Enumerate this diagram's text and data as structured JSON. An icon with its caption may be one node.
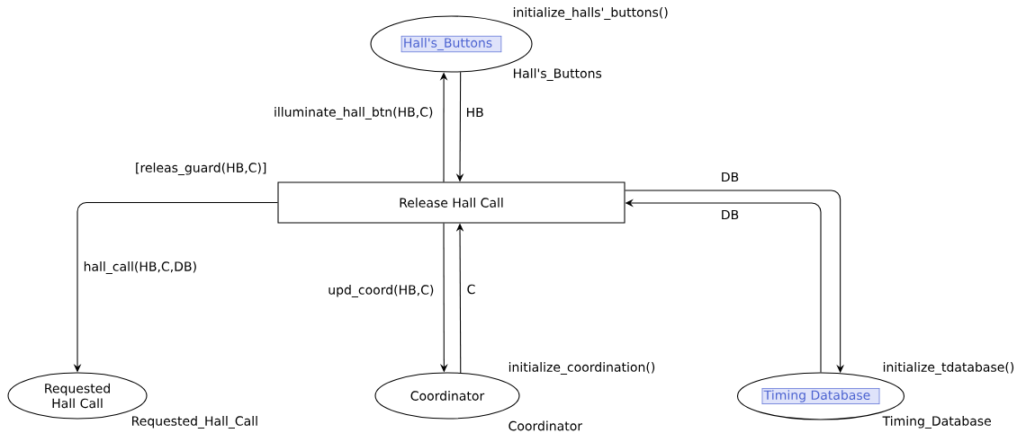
{
  "diagram": {
    "nodes": [
      {
        "text": [
          "Hall's_Buttons"
        ],
        "beside": [
          "initialize_halls'_buttons()",
          "Hall's_Buttons"
        ]
      },
      {
        "text": [
          "Release Hall Call"
        ],
        "beside": [
          "[releas_guard(HB,C)]"
        ]
      },
      {
        "text": [
          "Requested Hall Call"
        ],
        "beside": [
          "Requested_Hall_Call"
        ]
      },
      {
        "text": [
          "Coordinator"
        ],
        "beside": [
          "initialize_coordination()",
          "Coordinator"
        ]
      },
      {
        "text": [
          "Timing Database"
        ],
        "beside": [
          "initialize_tdatabase()",
          "Timing_Database"
        ]
      }
    ],
    "edges": [
      {
        "from": 1,
        "to": 0,
        "arrow": "to",
        "label": "illuminate_hall_btn(HB,C)"
      },
      {
        "from": 0,
        "to": 1,
        "arrow": "to",
        "label": "HB"
      },
      {
        "from": 1,
        "to": 2,
        "arrow": "to",
        "label": "hall_call(HB,C,DB)"
      },
      {
        "from": 1,
        "to": 3,
        "arrow": "to",
        "label": "upd_coord(HB,C)"
      },
      {
        "from": 3,
        "to": 1,
        "arrow": "to",
        "label": "C"
      },
      {
        "from": 1,
        "to": 4,
        "arrow": "to",
        "label": "DB"
      },
      {
        "from": 4,
        "to": 1,
        "arrow": "to",
        "label": "DB"
      }
    ]
  }
}
